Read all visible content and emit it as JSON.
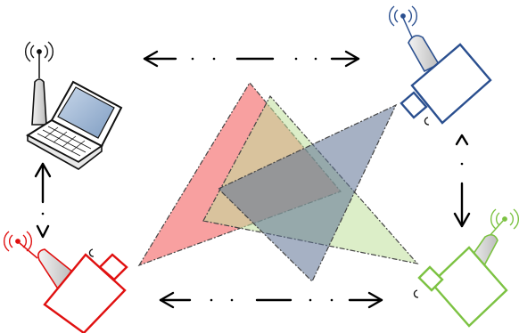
{
  "nodes": {
    "laptop": {
      "icon": "laptop-with-antenna-icon",
      "color": "#111111"
    },
    "camera_top_right": {
      "icon": "wireless-camera-icon",
      "color": "#2a4f8f"
    },
    "camera_bottom_left": {
      "icon": "wireless-camera-icon",
      "color": "#e01010"
    },
    "camera_bottom_right": {
      "icon": "wireless-camera-icon",
      "color": "#7cc242"
    }
  },
  "fields_of_view": [
    {
      "name": "red-camera-coverage",
      "color": "#f46d6d"
    },
    {
      "name": "green-camera-coverage",
      "color": "#c9e6a6"
    },
    {
      "name": "blue-camera-coverage",
      "color": "#7d8fb0"
    },
    {
      "name": "overlap-region",
      "color": "#b07d5f"
    }
  ],
  "links": [
    {
      "name": "laptop-to-blue-camera",
      "style": "dash-dot",
      "direction": "bidirectional"
    },
    {
      "name": "blue-to-green-camera",
      "style": "dash-dot",
      "direction": "bidirectional"
    },
    {
      "name": "red-to-green-camera",
      "style": "dash-dot",
      "direction": "bidirectional"
    },
    {
      "name": "laptop-to-red-camera",
      "style": "dash-dot",
      "direction": "bidirectional"
    }
  ]
}
